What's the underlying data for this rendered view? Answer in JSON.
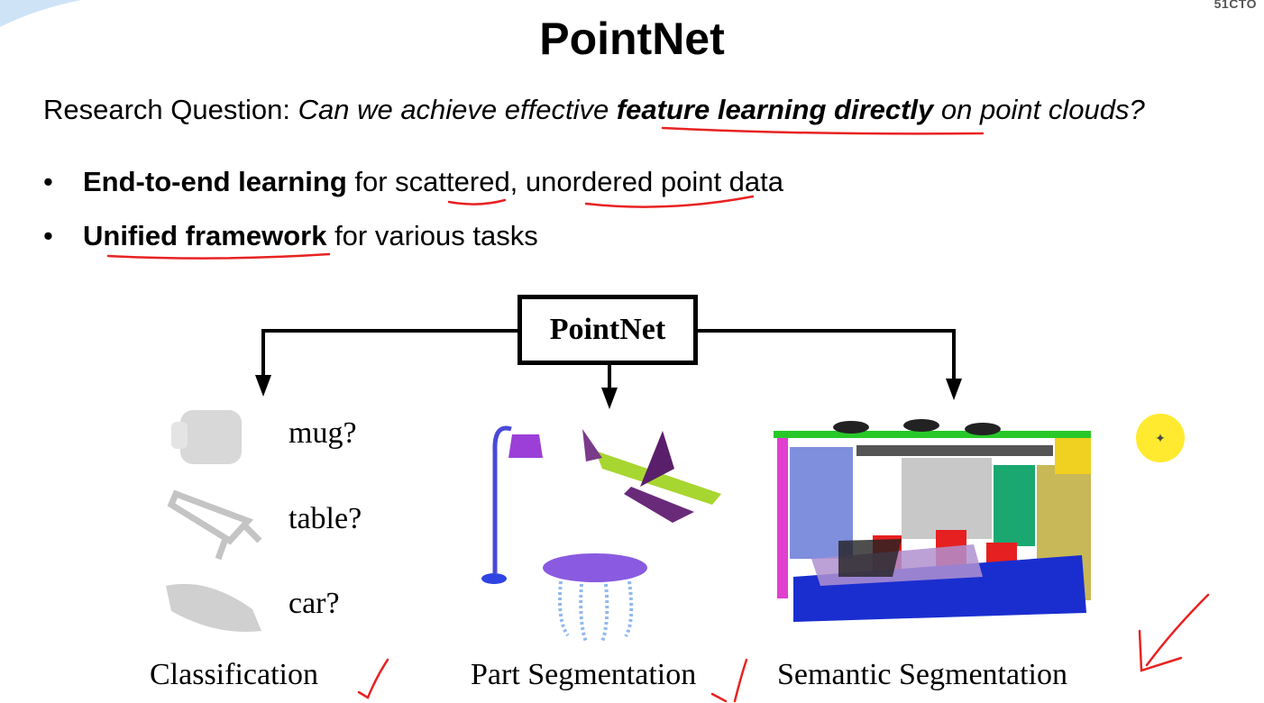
{
  "watermark": "51CTO",
  "title": "PointNet",
  "research": {
    "prefix": "Research Question: ",
    "italic_start": "Can we achieve effective ",
    "emphasis": "feature learning directly",
    "italic_end": " on point clouds?"
  },
  "bullets": [
    {
      "bold": "End-to-end learning",
      "rest": " for scattered, unordered point data"
    },
    {
      "bold": "Unified framework",
      "rest": " for various tasks"
    }
  ],
  "diagram": {
    "center_box": "PointNet",
    "classes": [
      "mug?",
      "table?",
      "car?"
    ],
    "tasks": [
      "Classification",
      "Part Segmentation",
      "Semantic Segmentation"
    ]
  },
  "colors": {
    "ink": "#e82222",
    "cursor": "#ffe81a",
    "corner": "#cfe3f7"
  },
  "icons": {
    "cursor": "cursor-target-icon",
    "bullet": "bullet-dot-icon"
  }
}
